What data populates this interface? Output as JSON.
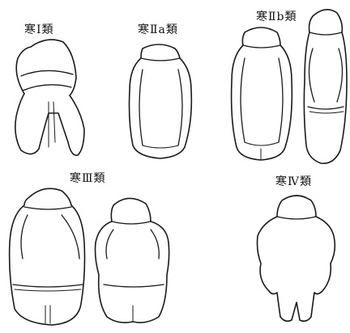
{
  "labels": {
    "type1": "寒Ⅰ類",
    "type2a": "寒Ⅱa類",
    "type2b": "寒Ⅱb類",
    "type3": "寒Ⅲ類",
    "type4": "寒Ⅳ類"
  }
}
